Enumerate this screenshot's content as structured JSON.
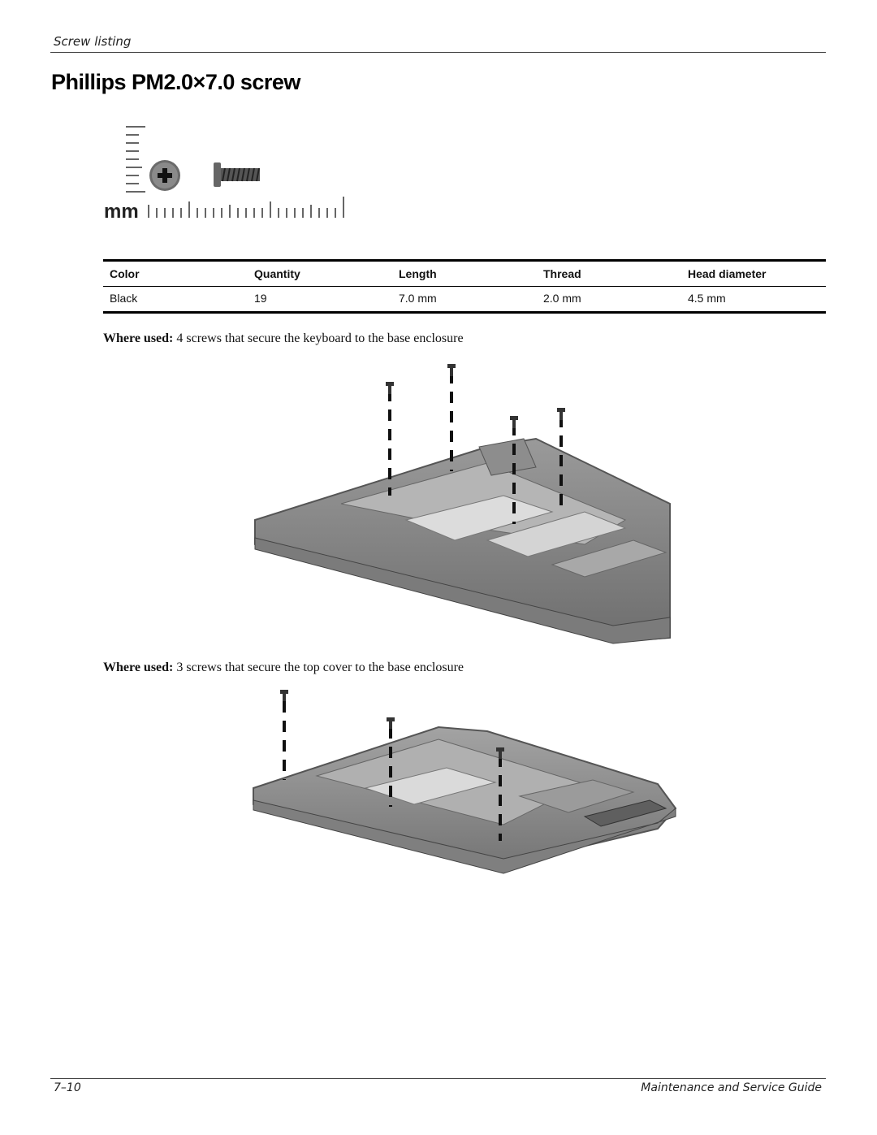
{
  "header": {
    "section": "Screw listing"
  },
  "title": "Phillips PM2.0×7.0 screw",
  "scale_label": "mm",
  "specs_table": {
    "columns": [
      "Color",
      "Quantity",
      "Length",
      "Thread",
      "Head diameter"
    ],
    "rows": [
      [
        "Black",
        "19",
        "7.0 mm",
        "2.0 mm",
        "4.5 mm"
      ]
    ]
  },
  "usages": [
    {
      "label": "Where used:",
      "text": "4 screws that secure the keyboard to the base enclosure"
    },
    {
      "label": "Where used:",
      "text": "3 screws that secure the top cover to the base enclosure"
    }
  ],
  "footer": {
    "page": "7–10",
    "guide": "Maintenance and Service Guide"
  }
}
